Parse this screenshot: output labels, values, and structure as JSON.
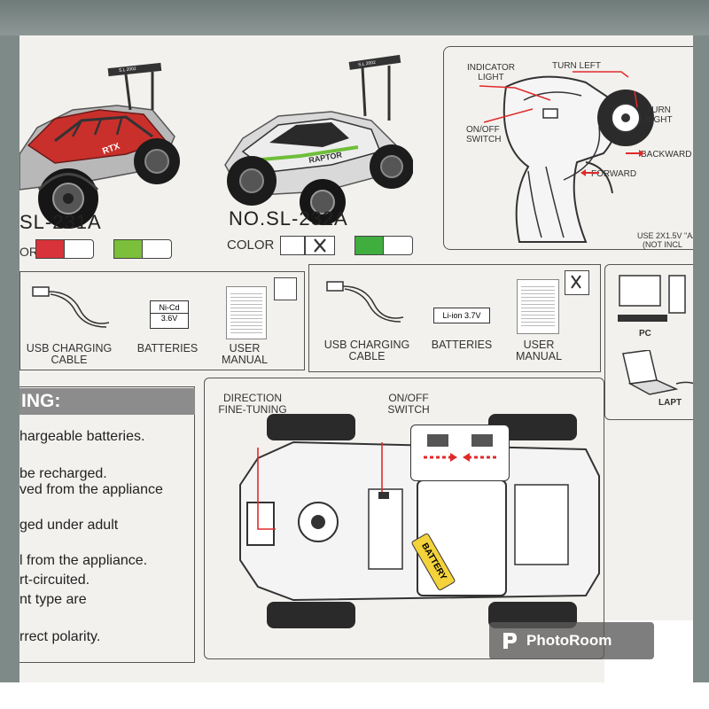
{
  "products": [
    {
      "model": "SL-231A",
      "color_label": "OR"
    },
    {
      "model": "NO.SL-232A",
      "color_label": "COLOR"
    }
  ],
  "car_decal_text": "RAPTOR",
  "swatch_colors": {
    "red": "#d8333a",
    "white": "#ffffff",
    "green": "#7bbf3a",
    "bright_green": "#3fae3f"
  },
  "remote": {
    "indicator_light": "INDICATOR LIGHT",
    "turn_left": "TURN LEFT",
    "turn_right": "TURN RIGHT",
    "on_off_switch": "ON/OFF SWITCH",
    "backward": "BACKWARD",
    "forward": "FORWARD",
    "battery_note_1": "USE 2X1.5V \"AA\"",
    "battery_note_2": "(NOT INCL"
  },
  "contents_a": {
    "usb": "USB CHARGING CABLE",
    "battery_type_1": "Ni-Cd",
    "battery_type_2": "3.6V",
    "batteries": "BATTERIES",
    "manual": "USER MANUAL"
  },
  "contents_b": {
    "usb": "USB CHARGING CABLE",
    "battery_type": "Li-ion 3.7V",
    "batteries": "BATTERIES",
    "manual": "USER MANUAL"
  },
  "charging_panel": {
    "pc": "PC",
    "laptop": "LAPT"
  },
  "warnings": {
    "title": "ING:",
    "lines": [
      "hargeable batteries.",
      "be recharged.",
      "ved from the appliance",
      "ged under adult",
      "l from the appliance.",
      "rt-circuited.",
      "nt type are",
      "rrect polarity."
    ]
  },
  "chassis": {
    "direction_fine_tuning": "DIRECTION FINE-TUNING",
    "on_off_switch": "ON/OFF SWITCH",
    "battery": "BATTERY"
  },
  "watermark": "PhotoRoom",
  "accent_red": "#e02a2a"
}
